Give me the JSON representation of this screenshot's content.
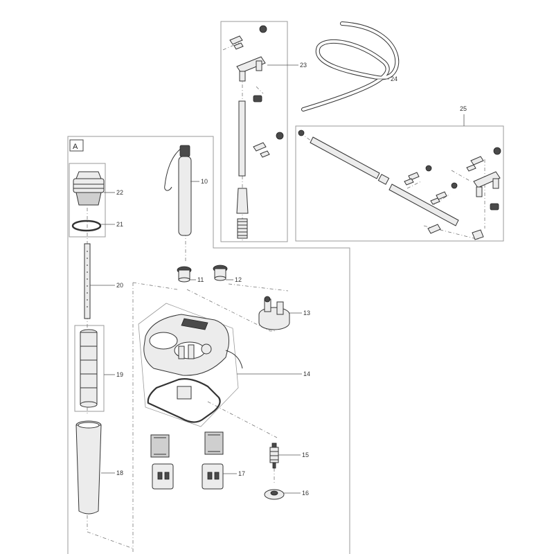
{
  "section_marker": "A",
  "callouts": [
    {
      "id": "p10",
      "label": "10"
    },
    {
      "id": "p11",
      "label": "11"
    },
    {
      "id": "p12",
      "label": "12"
    },
    {
      "id": "p13",
      "label": "13"
    },
    {
      "id": "p14",
      "label": "14"
    },
    {
      "id": "p15",
      "label": "15"
    },
    {
      "id": "p16",
      "label": "16"
    },
    {
      "id": "p17",
      "label": "17"
    },
    {
      "id": "p18",
      "label": "18"
    },
    {
      "id": "p19",
      "label": "19"
    },
    {
      "id": "p20",
      "label": "20"
    },
    {
      "id": "p21",
      "label": "21"
    },
    {
      "id": "p22",
      "label": "22"
    },
    {
      "id": "p23",
      "label": "23"
    },
    {
      "id": "p24",
      "label": "24"
    },
    {
      "id": "p25",
      "label": "25"
    }
  ]
}
